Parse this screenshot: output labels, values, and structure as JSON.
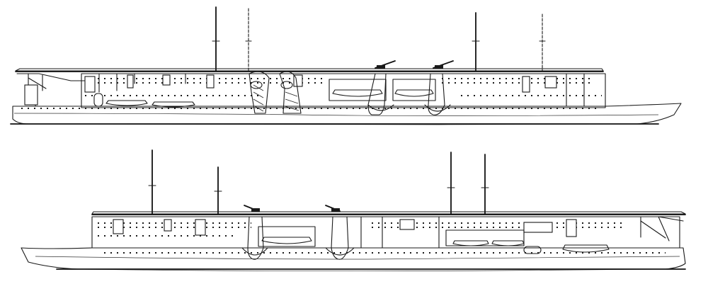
{
  "figure": {
    "views": [
      {
        "id": "upper",
        "orientation": "bow-right"
      },
      {
        "id": "lower",
        "orientation": "bow-left"
      }
    ],
    "ink_color": "#1a1a1a",
    "paper_color": "#ffffff"
  }
}
